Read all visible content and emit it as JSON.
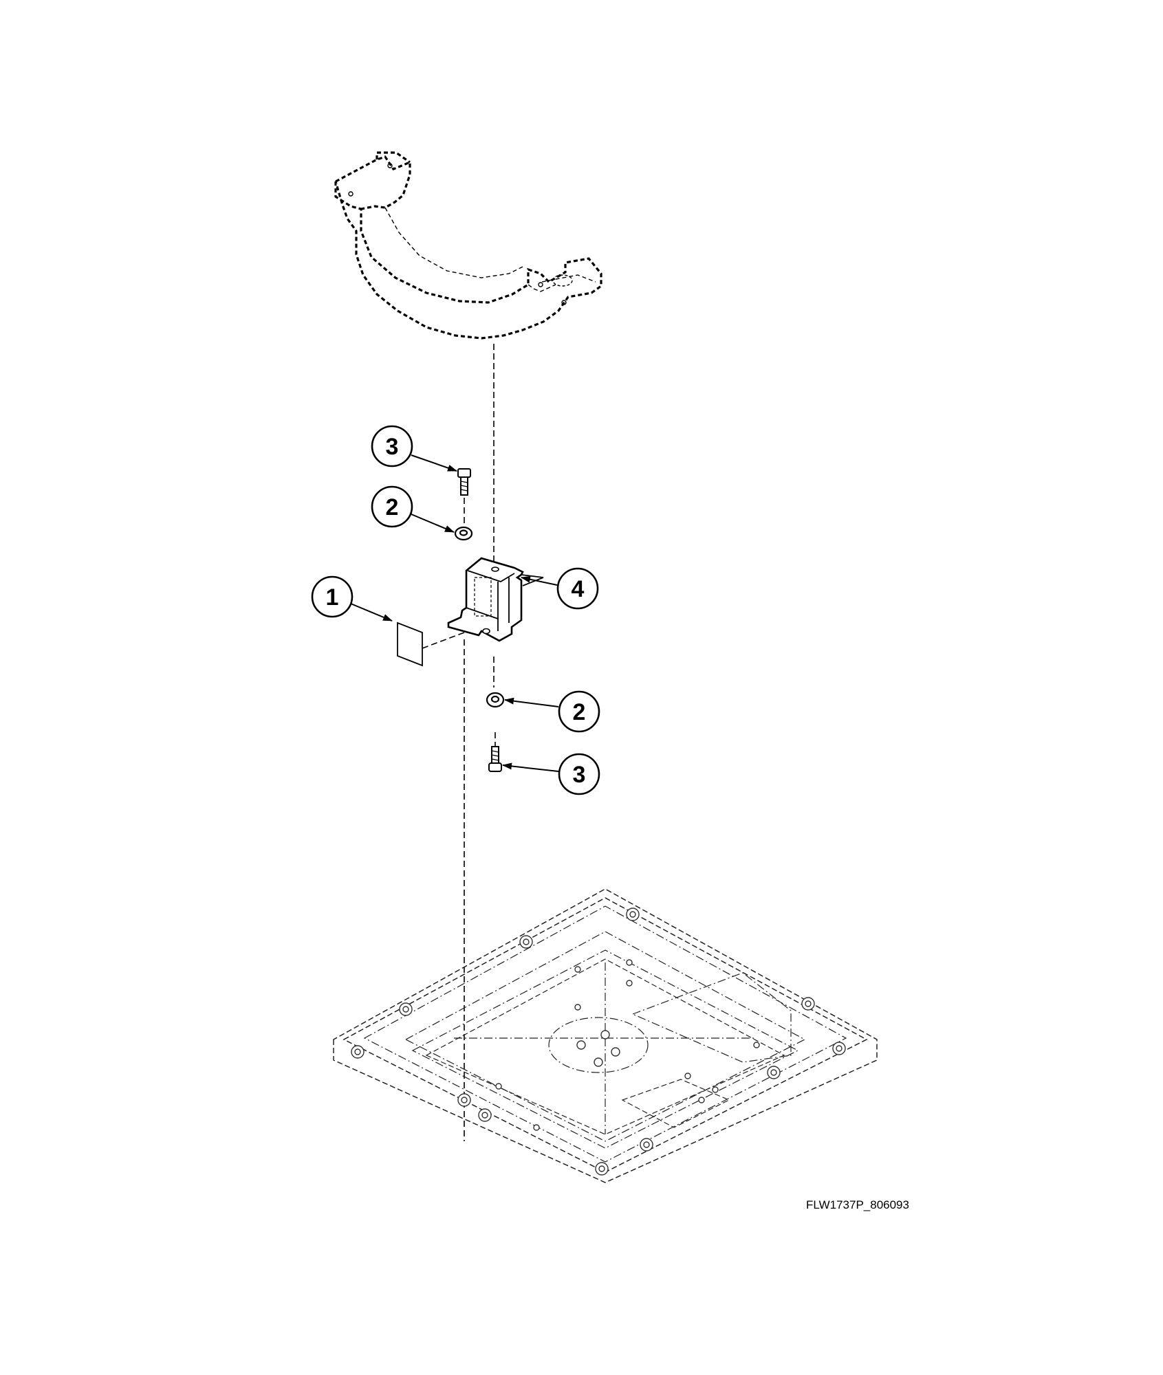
{
  "figure_id": "FLW1737P_806093",
  "callouts": [
    {
      "id": "callout-3-top",
      "label": "3"
    },
    {
      "id": "callout-2-top",
      "label": "2"
    },
    {
      "id": "callout-1",
      "label": "1"
    },
    {
      "id": "callout-4",
      "label": "4"
    },
    {
      "id": "callout-2-bottom",
      "label": "2"
    },
    {
      "id": "callout-3-bottom",
      "label": "3"
    }
  ],
  "colors": {
    "line": "#000000",
    "ghost": "#555555",
    "background": "#ffffff"
  }
}
